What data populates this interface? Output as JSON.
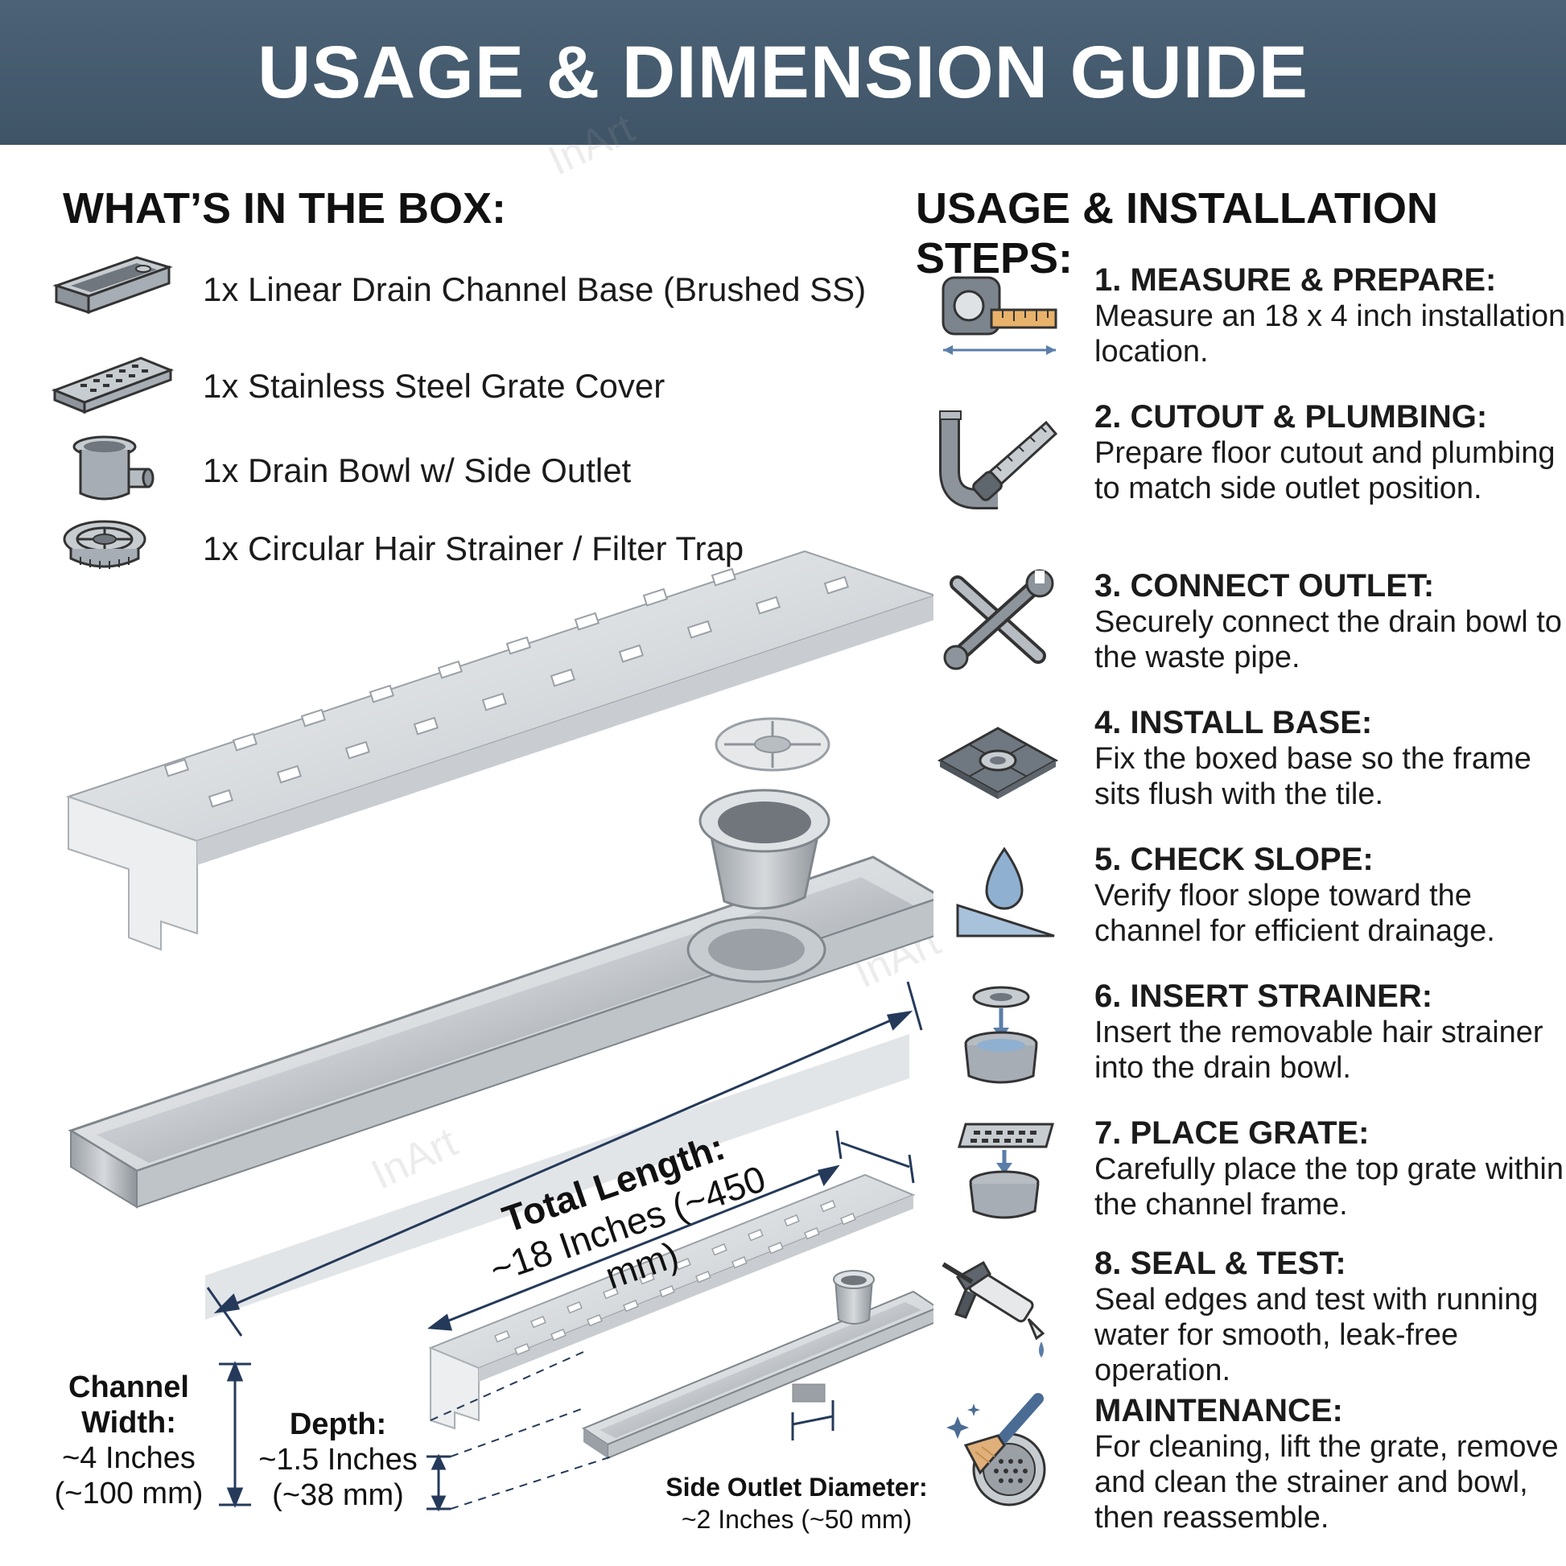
{
  "header": {
    "title": "USAGE & DIMENSION GUIDE"
  },
  "box": {
    "title": "WHAT’S IN THE BOX:",
    "items": [
      {
        "label": "1x Linear Drain Channel Base (Brushed SS)",
        "icon": "channel-base-icon"
      },
      {
        "label": "1x Stainless Steel Grate Cover",
        "icon": "grate-cover-icon"
      },
      {
        "label": "1x Drain Bowl w/ Side Outlet",
        "icon": "drain-bowl-icon"
      },
      {
        "label": "1x Circular Hair Strainer / Filter Trap",
        "icon": "hair-strainer-icon"
      }
    ]
  },
  "steps": {
    "title": "USAGE & INSTALLATION STEPS:",
    "items": [
      {
        "title": "1. MEASURE & PREPARE:",
        "desc": "Measure an 18 x 4 inch installation location.",
        "icon": "tape-measure-icon"
      },
      {
        "title": "2. CUTOUT & PLUMBING:",
        "desc": "Prepare floor cutout and plumbing to match side outlet position.",
        "icon": "pipe-saw-icon"
      },
      {
        "title": "3. CONNECT OUTLET:",
        "desc": "Securely connect the drain bowl to the waste pipe.",
        "icon": "wrench-icon"
      },
      {
        "title": "4. INSTALL BASE:",
        "desc": "Fix the boxed base so the frame sits flush with the tile.",
        "icon": "tile-base-icon"
      },
      {
        "title": "5. CHECK SLOPE:",
        "desc": "Verify floor slope toward the channel for efficient drainage.",
        "icon": "water-drop-slope-icon"
      },
      {
        "title": "6. INSERT STRAINER:",
        "desc": "Insert the removable hair strainer into the drain bowl.",
        "icon": "insert-strainer-icon"
      },
      {
        "title": "7. PLACE GRATE:",
        "desc": "Carefully place the top grate within the channel frame.",
        "icon": "place-grate-icon"
      },
      {
        "title": "8. SEAL & TEST:",
        "desc": "Seal edges and test with running water for smooth, leak-free operation.",
        "icon": "caulk-gun-icon"
      },
      {
        "title": "MAINTENANCE:",
        "desc": "For cleaning, lift the grate, remove and clean the strainer and bowl, then reassemble.",
        "icon": "cleaning-brush-icon"
      }
    ]
  },
  "dimensions": {
    "total_title": "Total Length:",
    "total_value": "~18 Inches (~450 mm)",
    "width_l1": "Channel",
    "width_l2": "Width:",
    "width_v1": "~4 Inches",
    "width_v2": "(~100 mm)",
    "depth_l1": "Depth:",
    "depth_v1": "~1.5 Inches",
    "depth_v2": "(~38 mm)",
    "outlet_title": "Side Outlet Diameter:",
    "outlet_value": "~2 Inches (~50 mm)"
  },
  "watermark": "InArt",
  "colors": {
    "header": "#46596c",
    "dim_line": "#253a5a",
    "steel": "#b9bec3",
    "icon_blue": "#8fb0d0"
  }
}
